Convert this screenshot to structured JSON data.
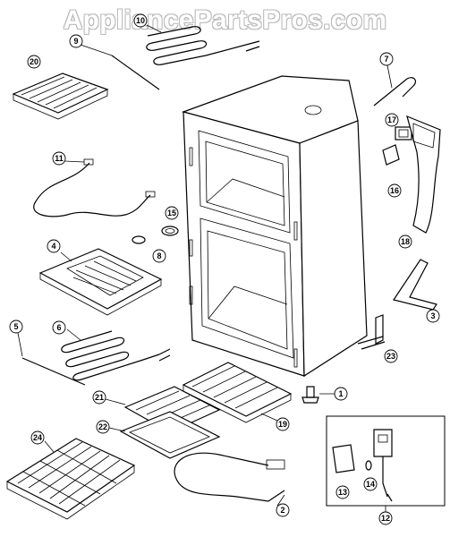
{
  "watermark": "AppliancePartsPros.com",
  "callouts": {
    "c1": "1",
    "c2": "2",
    "c3": "3",
    "c4": "4",
    "c5": "5",
    "c6": "6",
    "c7": "7",
    "c8": "8",
    "c9": "9",
    "c10": "10",
    "c11": "11",
    "c12": "12",
    "c13": "13",
    "c14": "14",
    "c15": "15",
    "c16": "16",
    "c17": "17",
    "c18": "18",
    "c19": "19",
    "c20": "20",
    "c21": "21",
    "c22": "22",
    "c23": "23",
    "c24": "24"
  }
}
